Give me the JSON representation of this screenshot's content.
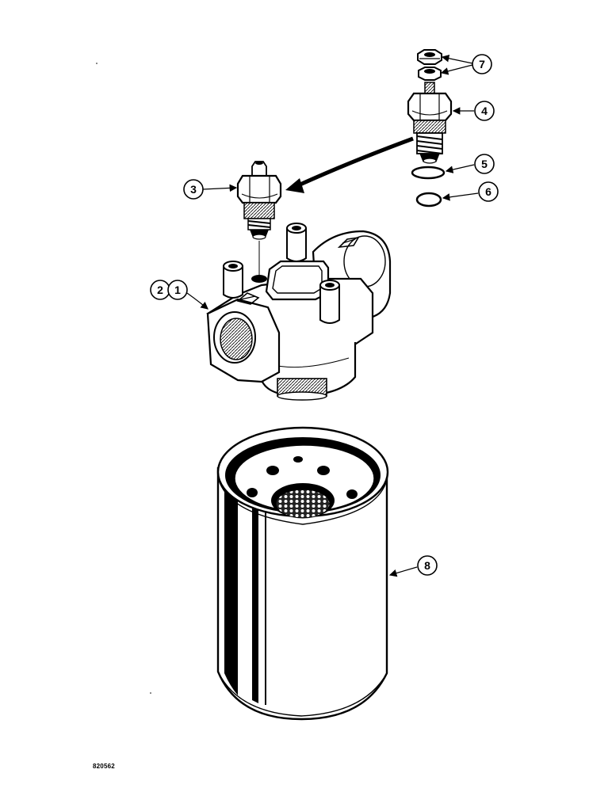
{
  "callouts": {
    "c1": "1",
    "c2": "2",
    "c3": "3",
    "c4": "4",
    "c5": "5",
    "c6": "6",
    "c7": "7",
    "c8": "8"
  },
  "figure_id": "820562"
}
